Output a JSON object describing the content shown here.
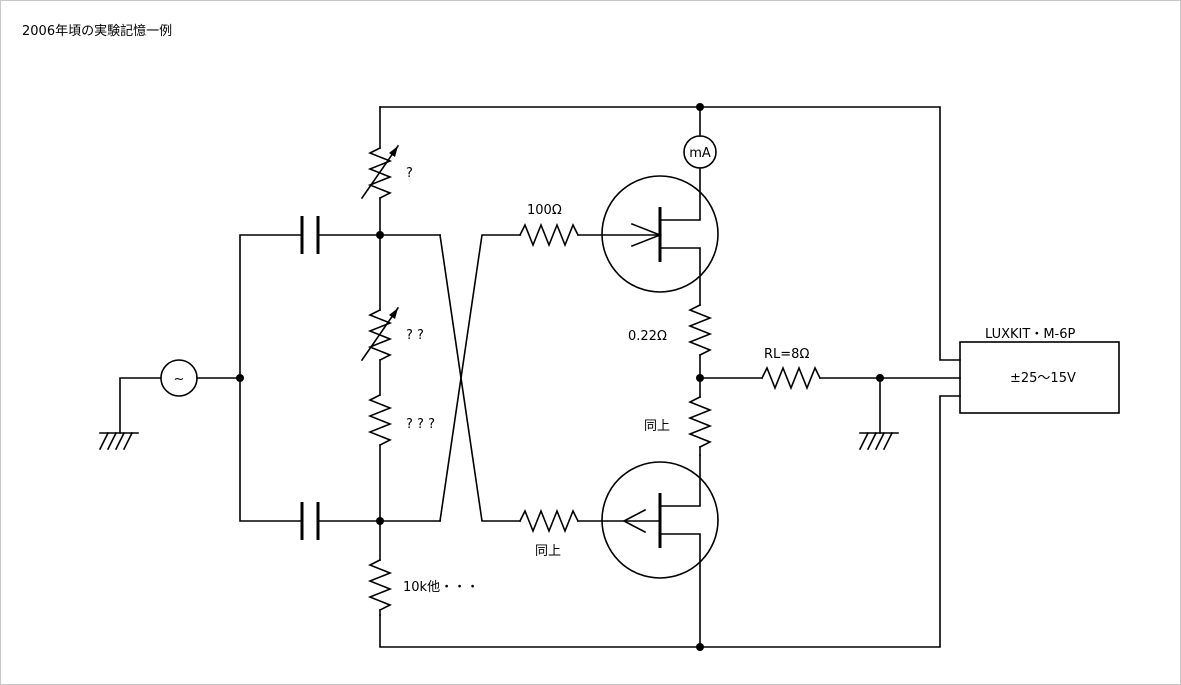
{
  "title": "2006年頃の実験記憶一例",
  "labels": {
    "vr1": "?",
    "vr2": "? ?",
    "r3": "? ? ?",
    "r_bottom": "10k他・・・",
    "r_base_top": "100Ω",
    "r_base_bottom": "同上",
    "r_emitter_top": "0.22Ω",
    "r_emitter_bottom": "同上",
    "load": "RL=8Ω",
    "meter": "mA",
    "source": "~",
    "psu_name": "LUXKIT・M-6P",
    "psu_value": "±25～15V"
  }
}
